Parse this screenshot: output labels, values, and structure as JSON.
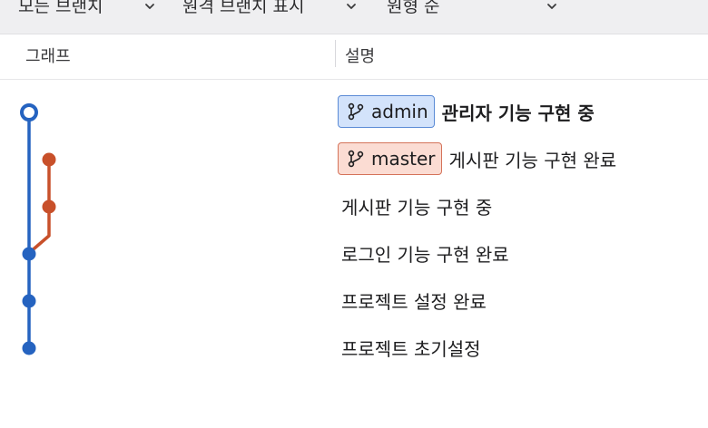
{
  "toolbar": {
    "branch_filter": "모든 브랜치",
    "remote_filter": "원격 브랜치 표시",
    "sort": "원형 순"
  },
  "columns": {
    "graph": "그래프",
    "description": "설명"
  },
  "commits": [
    {
      "branch": "admin",
      "message": "관리자 기능 구현 중"
    },
    {
      "branch": "master",
      "message": "게시판 기능 구현 완료"
    },
    {
      "message": "게시판 기능 구현 중"
    },
    {
      "message": "로그인 기능 구현 완료"
    },
    {
      "message": "프로젝트 설정 완료"
    },
    {
      "message": "프로젝트 초기설정"
    }
  ],
  "colors": {
    "admin_lane": "#2563c0",
    "master_lane": "#c8502a",
    "admin_badge_bg": "#d3e3fb",
    "master_badge_bg": "#fbdcd3"
  },
  "icons": {
    "branch": "git-branch-icon",
    "dropdown": "updown-chevron-icon"
  }
}
